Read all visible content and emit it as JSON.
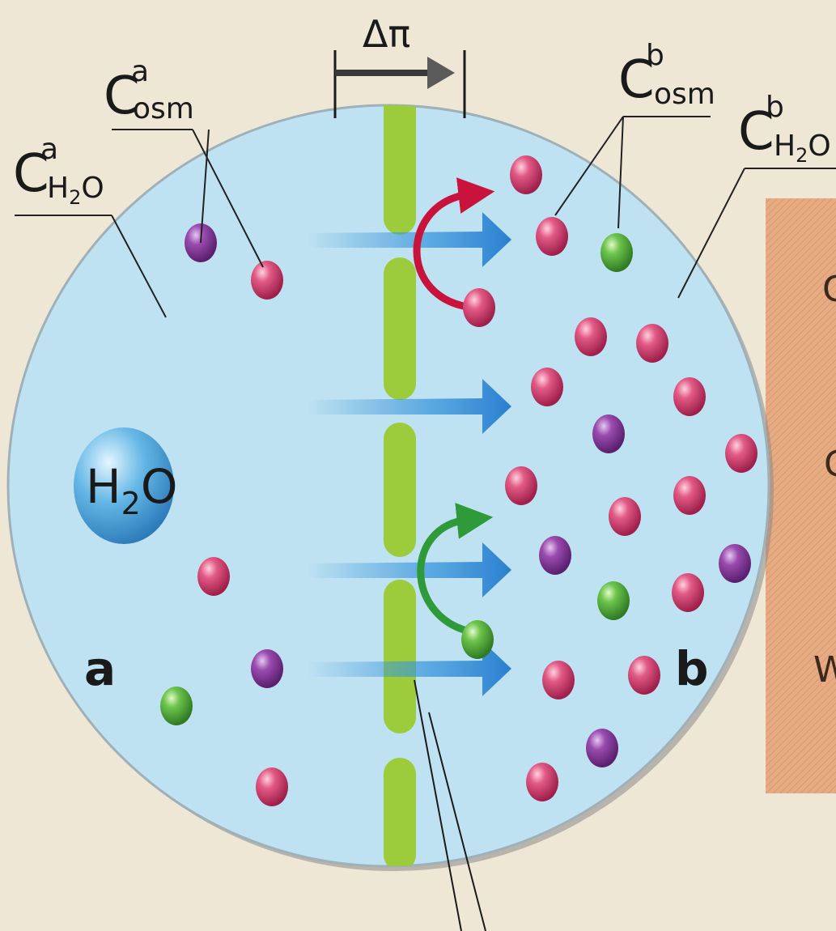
{
  "labels": {
    "delta_pi": "Δπ",
    "c_osm_a_main": "C",
    "c_osm_a_sup": "a",
    "c_osm_a_sub": "osm",
    "c_h2o_a_main": "C",
    "c_h2o_a_sup": "a",
    "c_h2o_a_sub_h": "H",
    "c_h2o_a_sub_2": "2",
    "c_h2o_a_sub_o": "O",
    "c_osm_b_main": "C",
    "c_osm_b_sup": "b",
    "c_osm_b_sub": "osm",
    "c_h2o_b_main": "C",
    "c_h2o_b_sup": "b",
    "c_h2o_b_sub_h": "H",
    "c_h2o_b_sub_2": "2",
    "c_h2o_b_sub_o": "O",
    "water_h": "H",
    "water_2": "2",
    "water_o": "O",
    "side_a": "a",
    "side_b": "b"
  },
  "side_panel": {
    "letters": [
      "C",
      "C",
      "W"
    ]
  },
  "colors": {
    "solution": "#bfe2f2",
    "membrane": "#9ccc3c",
    "flow_arrow": "#2f8ed6",
    "pink_particle": "#d63a6a",
    "purple_particle": "#8a3a9a",
    "green_particle": "#5cb84a",
    "reflected_arrow": "#c8143c",
    "passing_arrow": "#2e9a3a",
    "side_panel": "#e7ab84"
  },
  "icons": {
    "water_drop": "water-drop-icon",
    "flow_arrow": "arrow-right-icon"
  }
}
